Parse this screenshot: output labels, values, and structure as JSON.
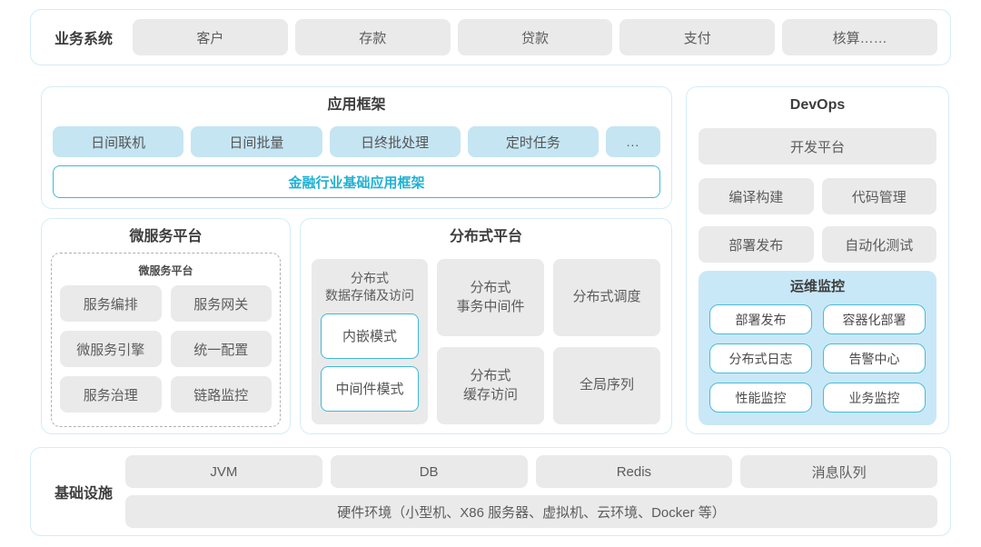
{
  "colors": {
    "accent_cyan": "#1fb1d4",
    "cyan_border": "#3fb9da",
    "light_blue_box": "#c5e5f3",
    "monitor_panel_bg": "#c9e8f7",
    "panel_border": "#d4ecf7",
    "gray_box": "#eaeaea",
    "title_text": "#3d3d3d",
    "box_text": "#5c5c5c"
  },
  "business": {
    "label": "业务系统",
    "items": [
      "客户",
      "存款",
      "贷款",
      "支付",
      "核算……"
    ]
  },
  "app_framework": {
    "title": "应用框架",
    "items": [
      "日间联机",
      "日间批量",
      "日终批处理",
      "定时任务",
      "..."
    ],
    "base": "金融行业基础应用框架"
  },
  "microservice": {
    "title": "微服务平台",
    "inner_title": "微服务平台",
    "items": [
      "服务编排",
      "服务网关",
      "微服务引擎",
      "统一配置",
      "服务治理",
      "链路监控"
    ]
  },
  "distributed": {
    "title": "分布式平台",
    "storage": {
      "label": "分布式\n数据存储及访问",
      "modes": [
        "内嵌模式",
        "中间件模式"
      ]
    },
    "cells": [
      "分布式\n事务中间件",
      "分布式调度",
      "分布式\n缓存访问",
      "全局序列"
    ]
  },
  "devops": {
    "title": "DevOps",
    "platform": "开发平台",
    "items": [
      "编译构建",
      "代码管理",
      "部署发布",
      "自动化测试"
    ],
    "monitoring": {
      "title": "运维监控",
      "items": [
        "部署发布",
        "容器化部署",
        "分布式日志",
        "告警中心",
        "性能监控",
        "业务监控"
      ]
    }
  },
  "infrastructure": {
    "label": "基础设施",
    "items": [
      "JVM",
      "DB",
      "Redis",
      "消息队列"
    ],
    "hardware": "硬件环境（小型机、X86 服务器、虚拟机、云环境、Docker 等）"
  }
}
